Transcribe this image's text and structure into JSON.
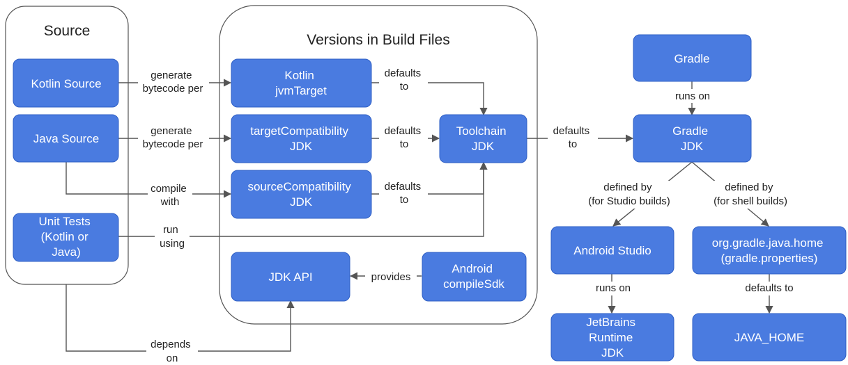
{
  "colors": {
    "node_fill": "#4a7be0",
    "node_text": "#ffffff",
    "edge": "#555555",
    "text": "#222222"
  },
  "groups": {
    "source": {
      "title": "Source"
    },
    "build_files": {
      "title": "Versions in Build Files"
    }
  },
  "nodes": {
    "kotlin_source": {
      "lines": [
        "Kotlin Source"
      ]
    },
    "java_source": {
      "lines": [
        "Java Source"
      ]
    },
    "unit_tests": {
      "lines": [
        "Unit Tests",
        "(Kotlin or",
        "Java)"
      ]
    },
    "kotlin_jvmtarget": {
      "lines": [
        "Kotlin",
        "jvmTarget"
      ]
    },
    "target_compat": {
      "lines": [
        "targetCompatibility",
        "JDK"
      ]
    },
    "source_compat": {
      "lines": [
        "sourceCompatibility",
        "JDK"
      ]
    },
    "toolchain": {
      "lines": [
        "Toolchain",
        "JDK"
      ]
    },
    "jdk_api": {
      "lines": [
        "JDK API"
      ]
    },
    "compile_sdk": {
      "lines": [
        "Android",
        "compileSdk"
      ]
    },
    "gradle": {
      "lines": [
        "Gradle"
      ]
    },
    "gradle_jdk": {
      "lines": [
        "Gradle",
        "JDK"
      ]
    },
    "android_studio": {
      "lines": [
        "Android Studio"
      ]
    },
    "gradle_java_home": {
      "lines": [
        "org.gradle.java.home",
        "(gradle.properties)"
      ]
    },
    "jetbrains_runtime": {
      "lines": [
        "JetBrains",
        "Runtime",
        "JDK"
      ]
    },
    "java_home": {
      "lines": [
        "JAVA_HOME"
      ]
    }
  },
  "edge_labels": {
    "kotlin_gen": [
      "generate",
      "bytecode per"
    ],
    "java_gen": [
      "generate",
      "bytecode per"
    ],
    "compile_with": [
      "compile",
      "with"
    ],
    "run_using": [
      "run",
      "using"
    ],
    "jvm_defaults": [
      "defaults",
      "to"
    ],
    "target_defaults": [
      "defaults",
      "to"
    ],
    "source_defaults": [
      "defaults",
      "to"
    ],
    "toolchain_defaults": [
      "defaults",
      "to"
    ],
    "provides": [
      "provides"
    ],
    "depends_on": [
      "depends",
      "on"
    ],
    "runs_on_gradle": [
      "runs on"
    ],
    "defined_studio": [
      "defined by",
      "(for Studio builds)"
    ],
    "defined_shell": [
      "defined by",
      "(for shell builds)"
    ],
    "runs_on_studio": [
      "runs on"
    ],
    "defaults_java_home": [
      "defaults to"
    ]
  }
}
